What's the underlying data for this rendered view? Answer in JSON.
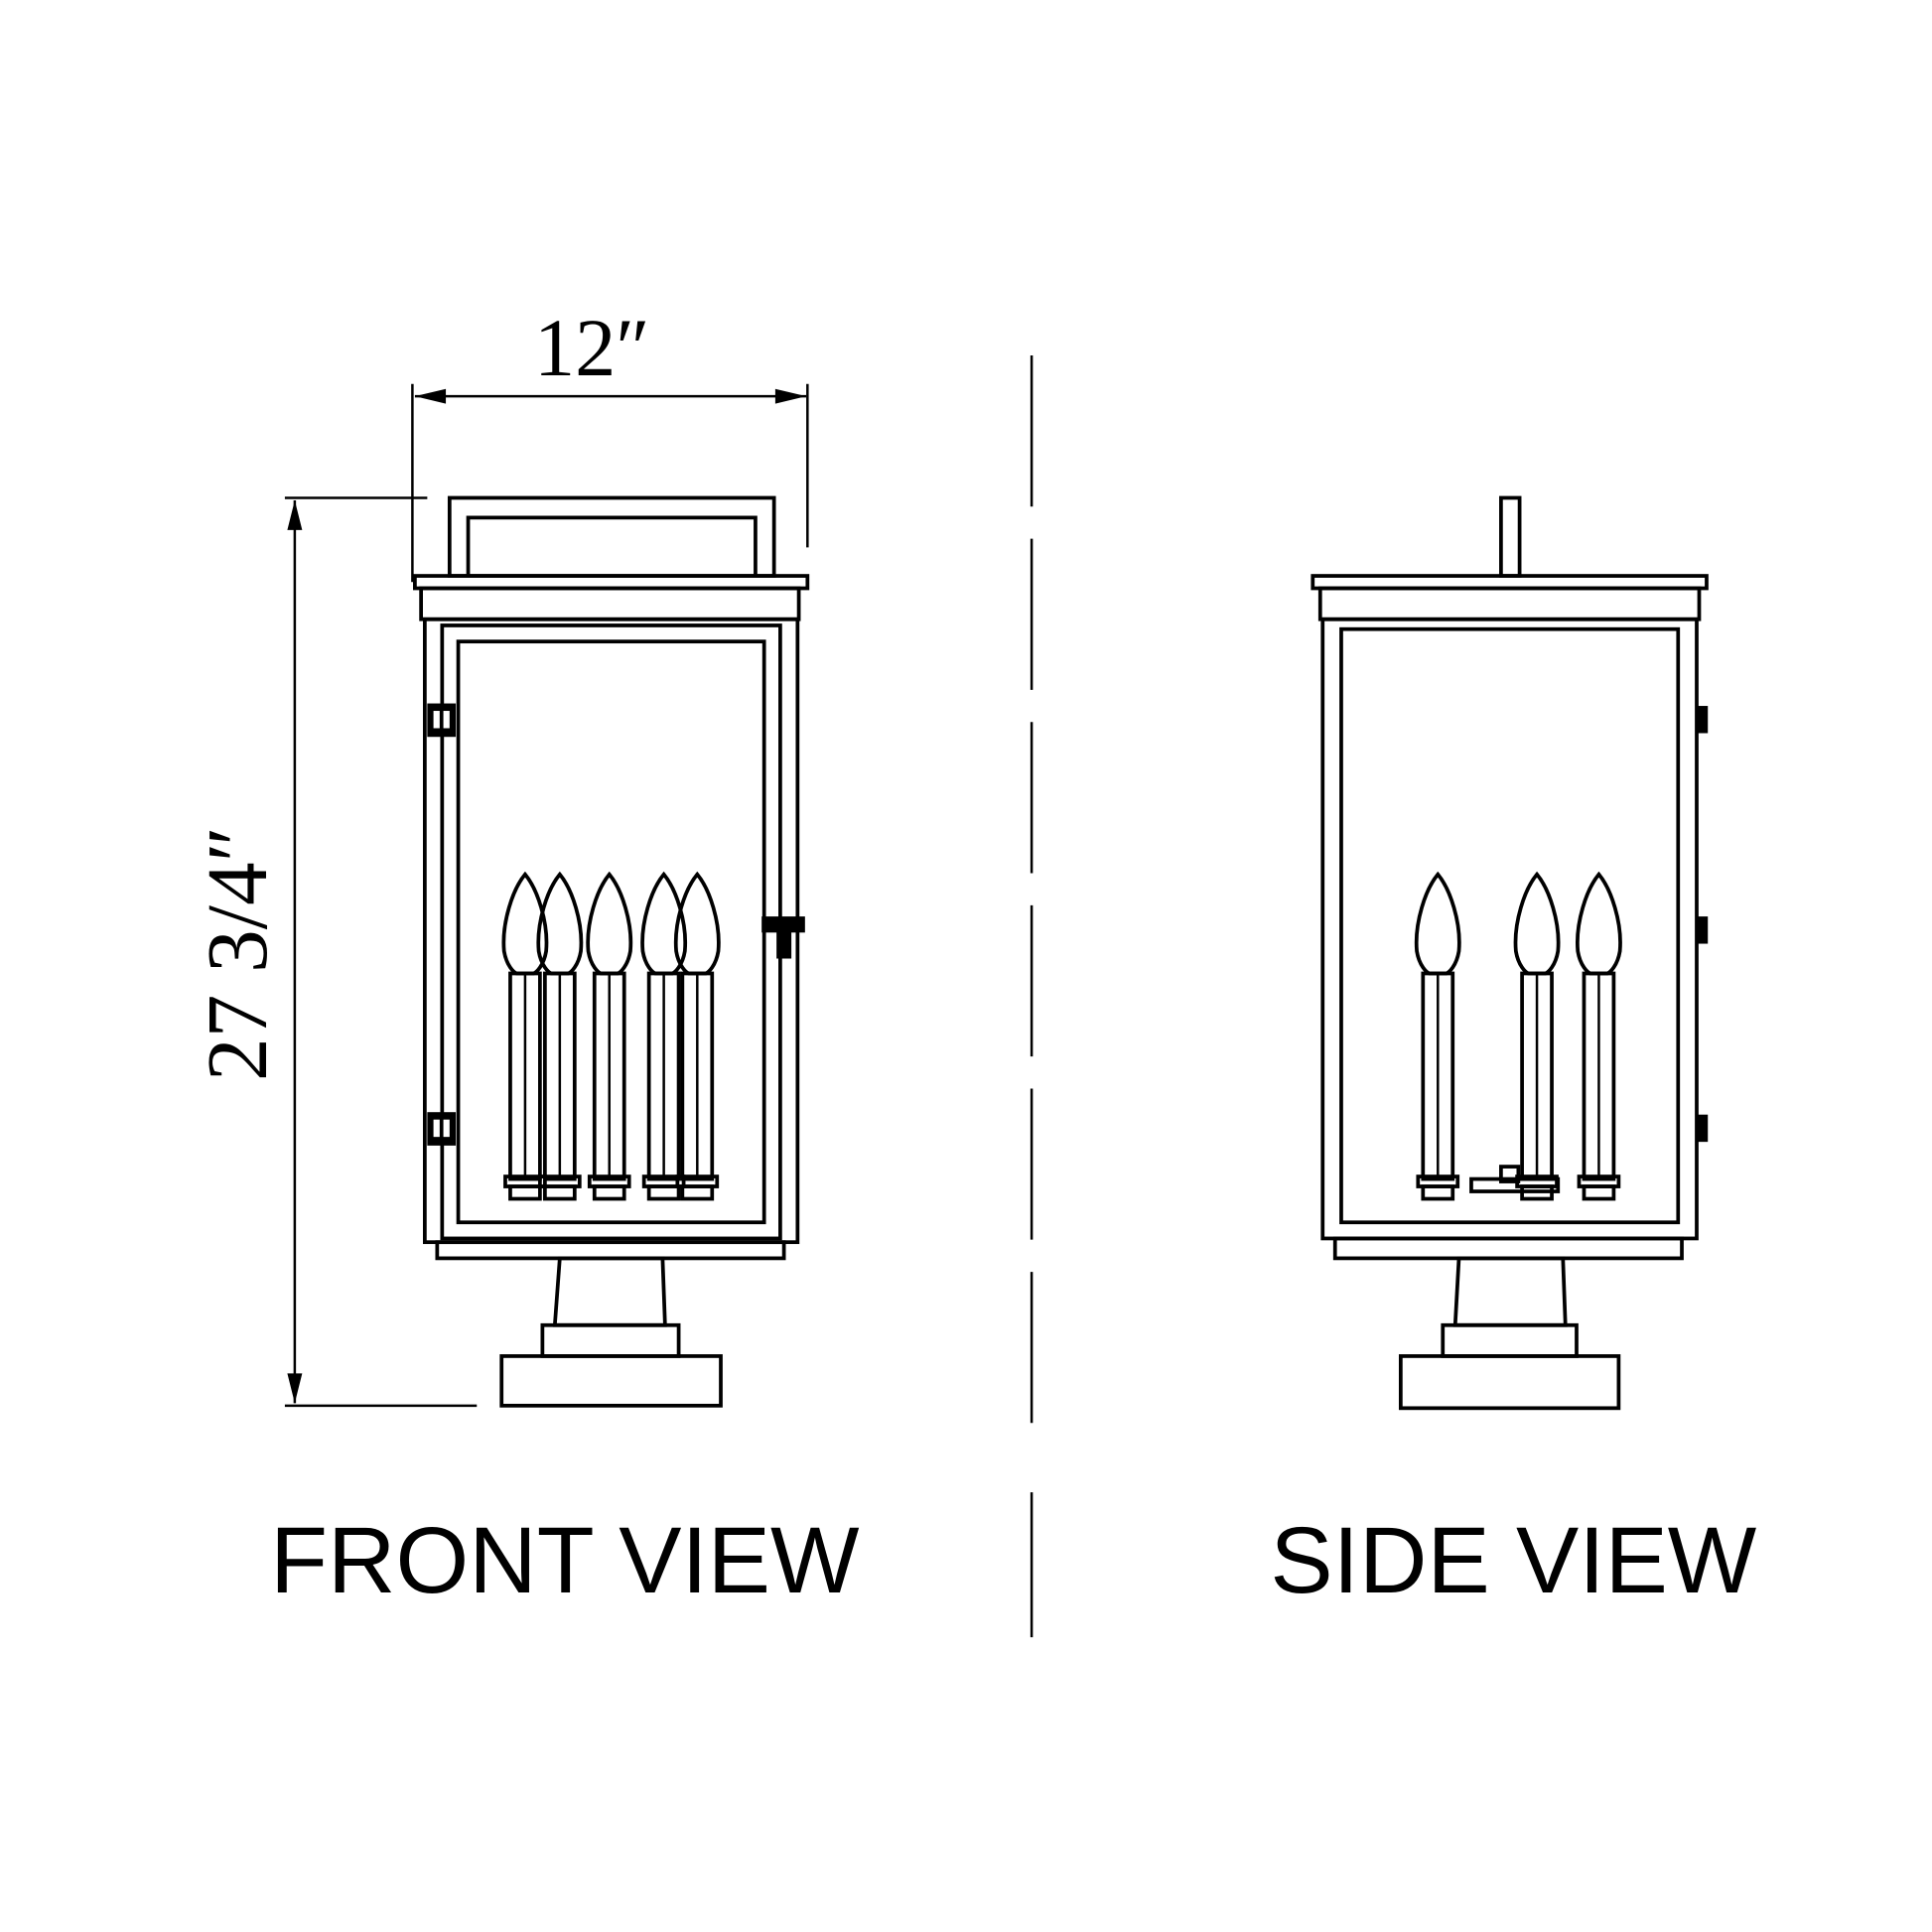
{
  "dimensions": {
    "width_label": "12″",
    "height_label": "27 3/4″"
  },
  "views": {
    "front_label": "FRONT VIEW",
    "side_label": "SIDE VIEW"
  },
  "front_view": {
    "candle_count": 5
  },
  "side_view": {
    "candle_count": 3
  },
  "colors": {
    "line": "#000000",
    "background": "#ffffff"
  }
}
